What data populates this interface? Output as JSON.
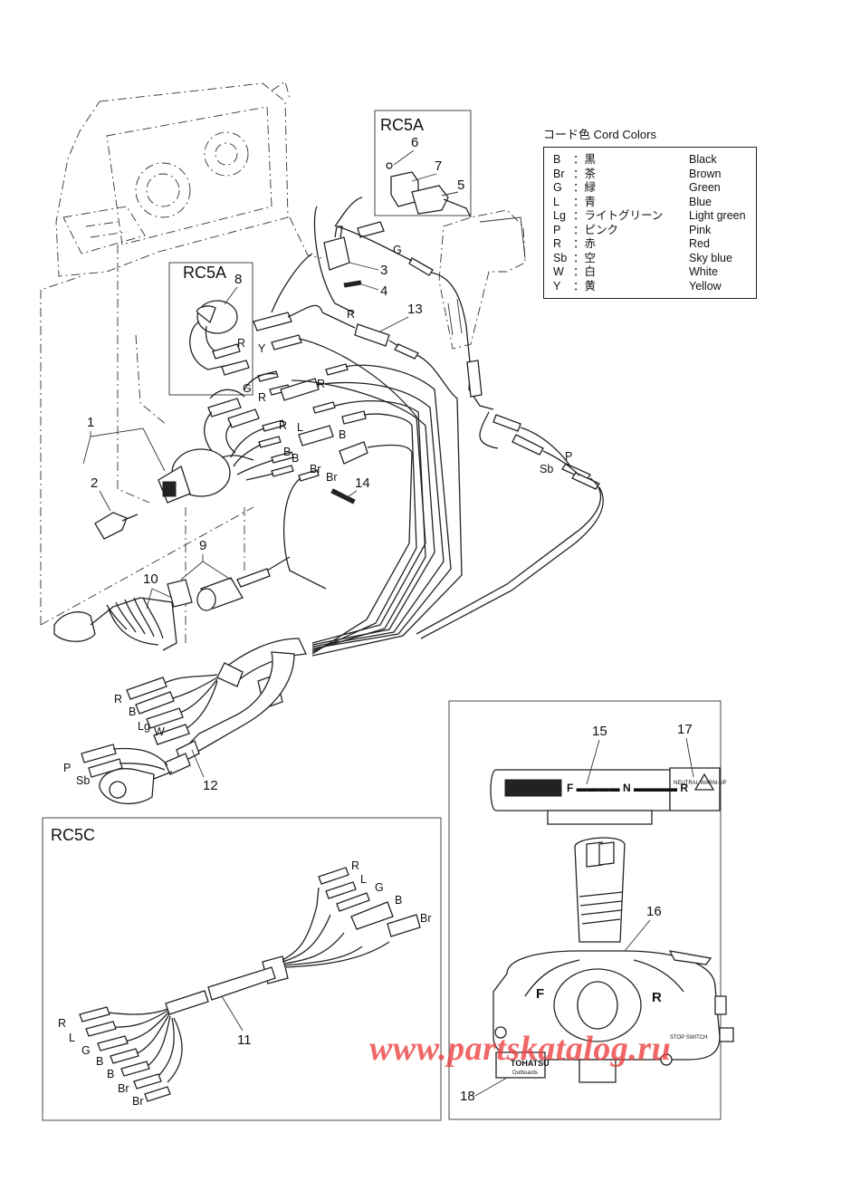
{
  "legend": {
    "title": "コード色 Cord Colors",
    "rows": [
      {
        "code": "B",
        "jp": "：黒",
        "en": "Black"
      },
      {
        "code": "Br",
        "jp": "：茶",
        "en": "Brown"
      },
      {
        "code": "G",
        "jp": "：緑",
        "en": "Green"
      },
      {
        "code": "L",
        "jp": "：青",
        "en": "Blue"
      },
      {
        "code": "Lg",
        "jp": "：ライトグリーン",
        "en": "Light green"
      },
      {
        "code": "P",
        "jp": "：ピンク",
        "en": "Pink"
      },
      {
        "code": "R",
        "jp": "：赤",
        "en": "Red"
      },
      {
        "code": "Sb",
        "jp": "：空",
        "en": "Sky blue"
      },
      {
        "code": "W",
        "jp": "：白",
        "en": "White"
      },
      {
        "code": "Y",
        "jp": "：黄",
        "en": "Yellow"
      }
    ]
  },
  "boxes": {
    "rc5a_top": "RC5A",
    "rc5a_left": "RC5A",
    "rc5c": "RC5C"
  },
  "callouts": {
    "p1": "1",
    "p2": "2",
    "p3": "3",
    "p4": "4",
    "p5": "5",
    "p6": "6",
    "p7": "7",
    "p8": "8",
    "p9": "9",
    "p10": "10",
    "p11": "11",
    "p12": "12",
    "p13": "13",
    "p14": "14",
    "p15": "15",
    "p16": "16",
    "p17": "17",
    "p18": "18"
  },
  "wire_labels": {
    "g_top": "G",
    "r_mid": "R",
    "r_box8": "R",
    "y_box8": "Y",
    "g_left": "G",
    "r_left": "R",
    "r_diag": "R",
    "r_ign": "R",
    "l_ign": "L",
    "b_ign1": "B",
    "b_ign2": "B",
    "b_ign3": "B",
    "br_ign1": "Br",
    "br_ign2": "Br",
    "p_right": "P",
    "sb_right": "Sb",
    "harness": [
      "R",
      "B",
      "Lg",
      "W",
      "P",
      "Sb"
    ],
    "rc5c_top": [
      "R",
      "L",
      "G",
      "B",
      "Br"
    ],
    "rc5c_bottom": [
      "R",
      "L",
      "G",
      "B",
      "B",
      "Br",
      "Br"
    ]
  },
  "panel_text": {
    "gear": "F ▬▬▬▬ N ▬▬▬▬ R",
    "f": "F",
    "r": "R",
    "neutral_warmup": "NEUTRAL WARM-UP",
    "stop_switch": "STOP SWITCH",
    "brand": "TOHATSU",
    "brand_sub": "Outboards"
  },
  "watermark": "www.partskatalog.ru"
}
